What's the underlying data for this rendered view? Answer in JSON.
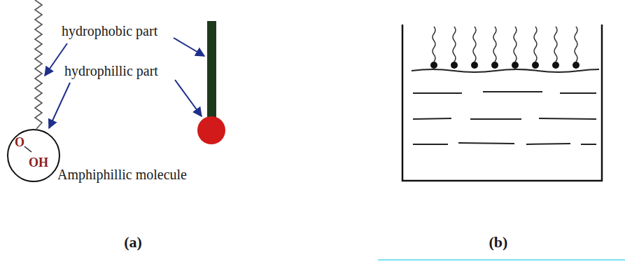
{
  "diagram": {
    "nodes": [
      {
        "text": [
          "O",
          "OH"
        ]
      }
    ],
    "labels": [
      "hydrophobic part",
      "hydrophillic part",
      "Amphiphillic molecule",
      "(a)",
      "(b)"
    ]
  }
}
